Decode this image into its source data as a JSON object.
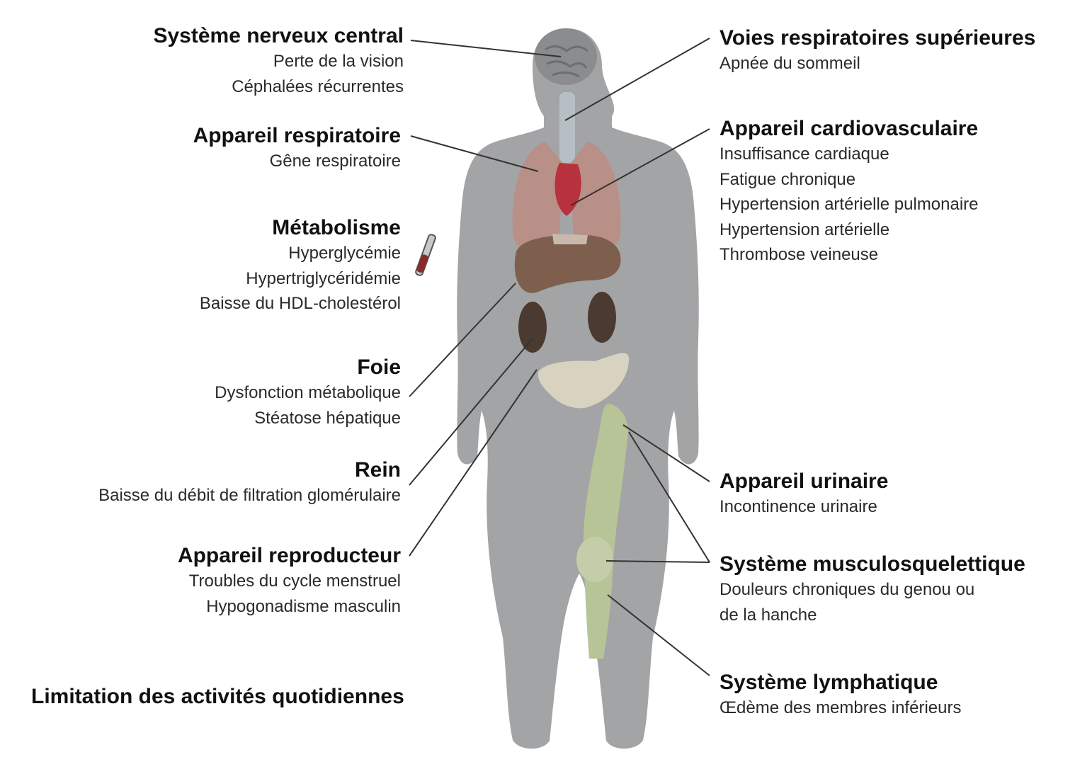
{
  "groups": [
    {
      "title": "Système nerveux central",
      "items": [
        "Perte de la vision",
        "Céphalées récurrentes"
      ]
    },
    {
      "title": "Appareil respiratoire",
      "items": [
        "Gêne respiratoire"
      ]
    },
    {
      "title": "Métabolisme",
      "items": [
        "Hyperglycémie",
        "Hypertriglycéridémie",
        "Baisse du HDL-cholestérol"
      ]
    },
    {
      "title": "Foie",
      "items": [
        "Dysfonction métabolique",
        "Stéatose hépatique"
      ]
    },
    {
      "title": "Rein",
      "items": [
        "Baisse du débit de filtration glomérulaire"
      ]
    },
    {
      "title": "Appareil reproducteur",
      "items": [
        "Troubles du cycle menstruel",
        "Hypogonadisme masculin"
      ]
    },
    {
      "title": "Voies respiratoires supérieures",
      "items": [
        "Apnée du sommeil"
      ]
    },
    {
      "title": "Appareil cardiovasculaire",
      "items": [
        "Insuffisance cardiaque",
        "Fatigue chronique",
        "Hypertension artérielle pulmonaire",
        "Hypertension artérielle",
        "Thrombose veineuse"
      ]
    },
    {
      "title": "Appareil urinaire",
      "items": [
        "Incontinence urinaire"
      ]
    },
    {
      "title": "Système musculosquelettique",
      "items": [
        "Douleurs chroniques du genou ou",
        "de la hanche"
      ]
    },
    {
      "title": "Système lymphatique",
      "items": [
        "Œdème des membres inférieurs"
      ]
    }
  ],
  "standalone": "Limitation des activités quotidiennes",
  "colors": {
    "silhouette": "#a3a4a6",
    "lung": "#b89088",
    "heart": "#b8323e",
    "liver": "#7e5e4c",
    "kidney": "#4b3a30",
    "bone": "#d8d2c0",
    "muscle": "#b7c498",
    "brain": "#8b8c8e",
    "leader_line": "#333333"
  }
}
